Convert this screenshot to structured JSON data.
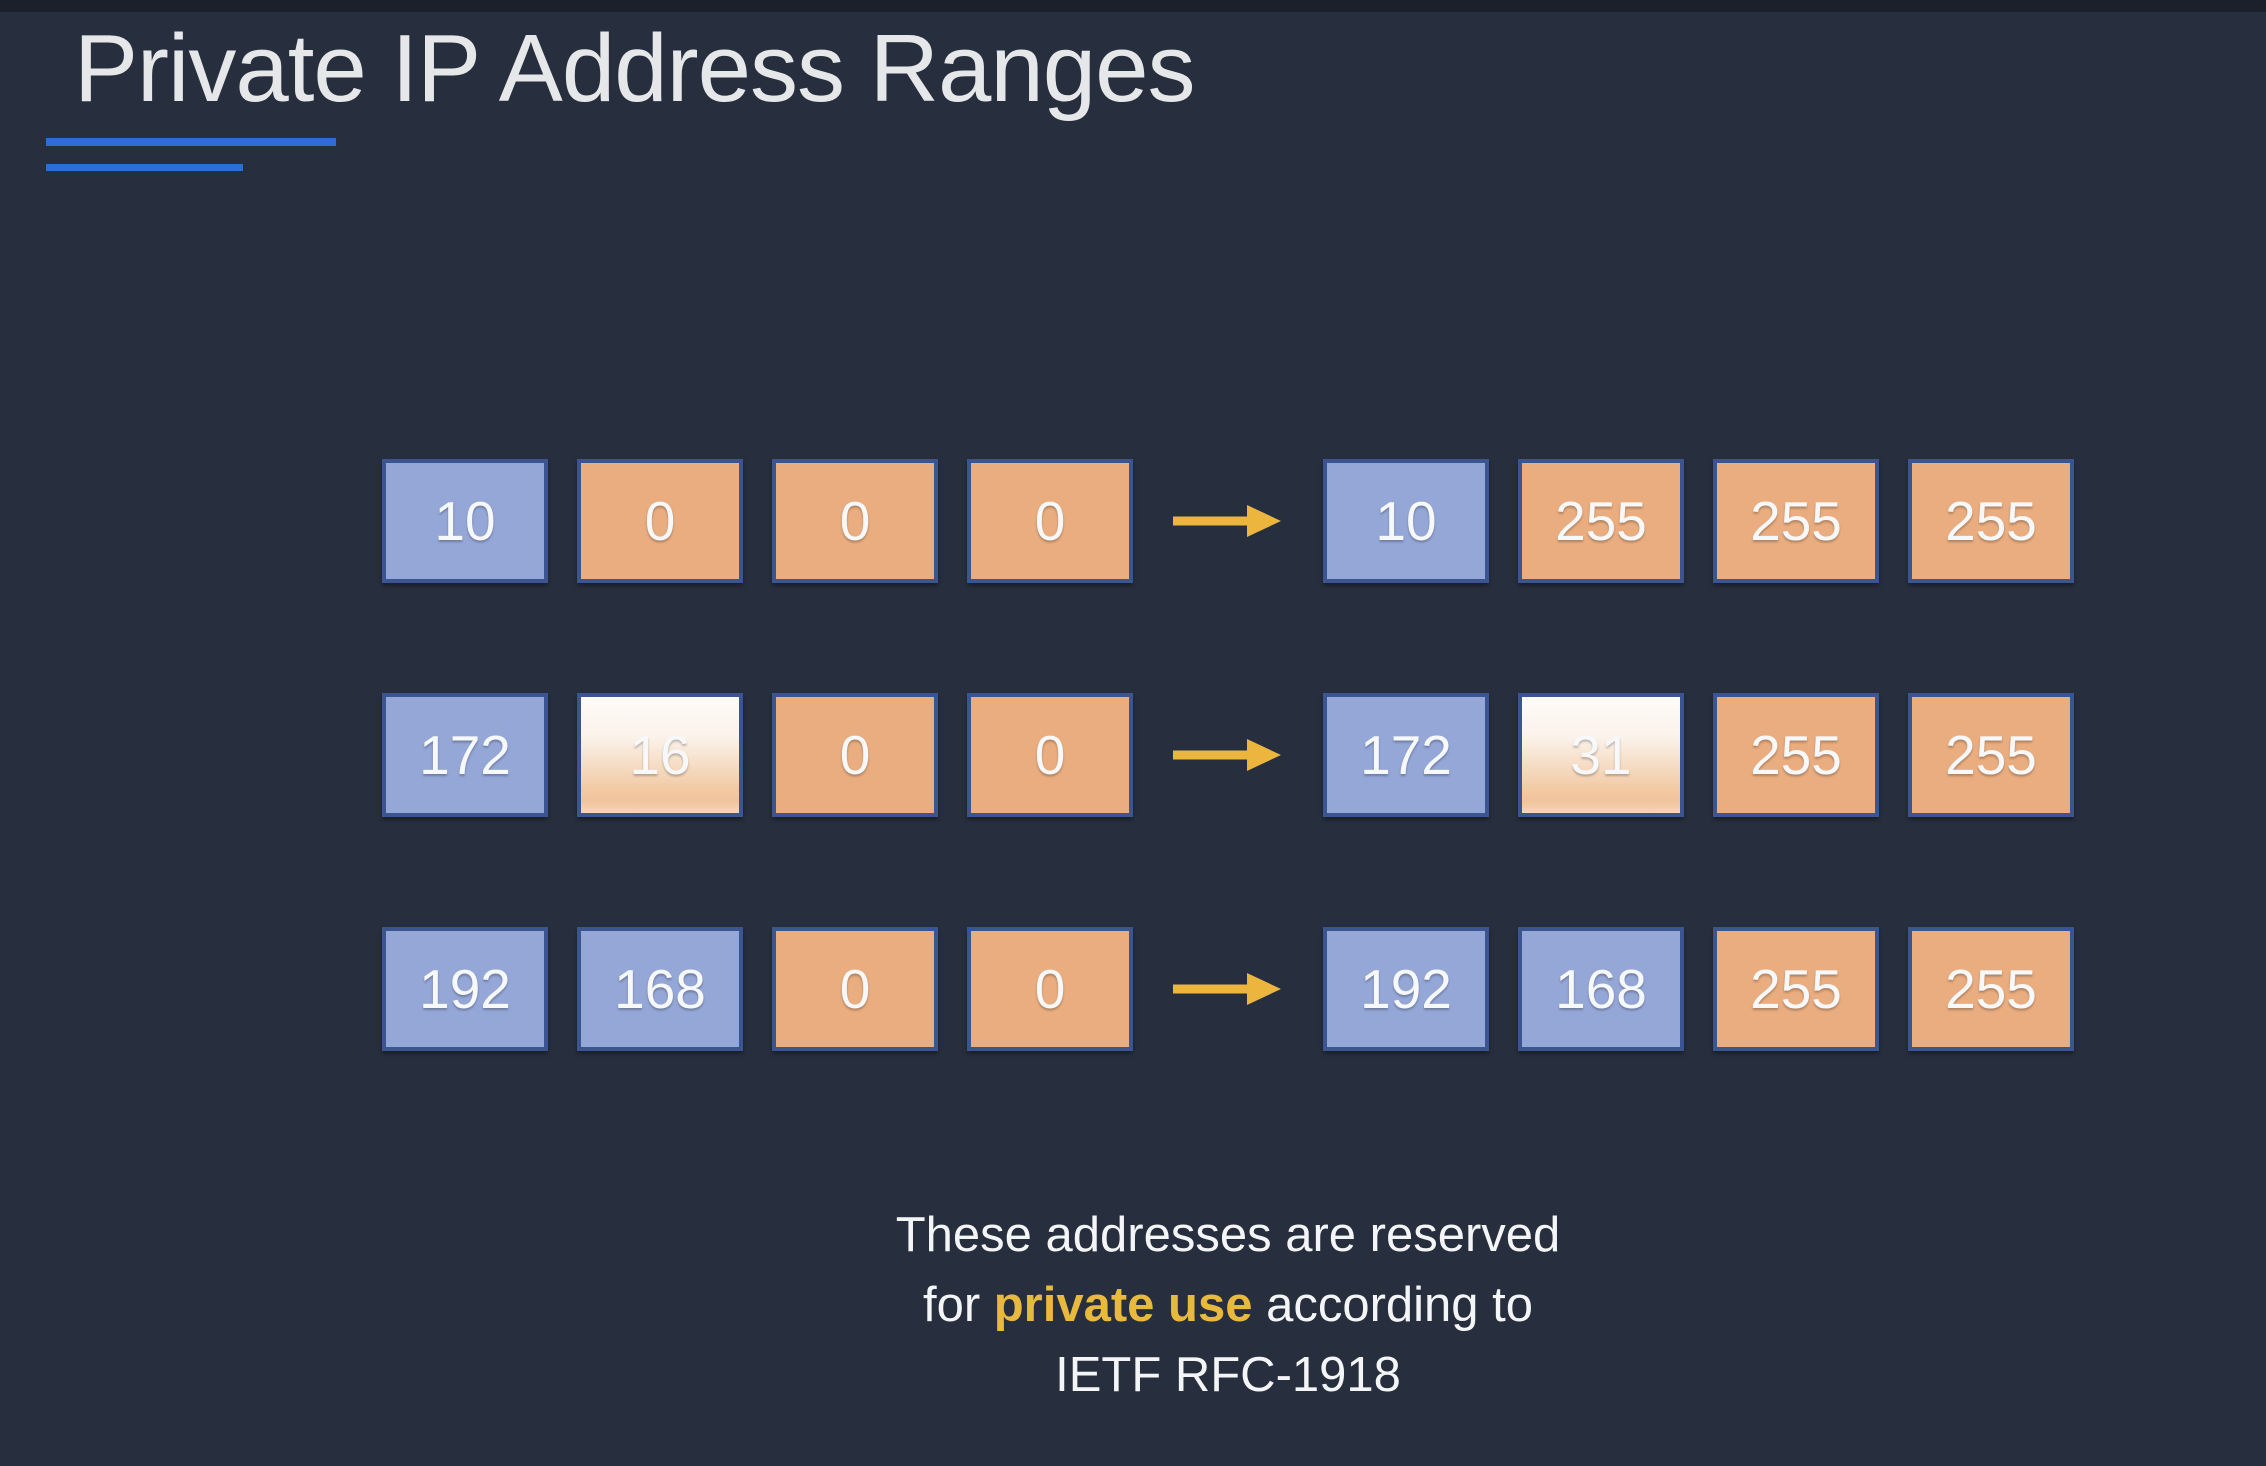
{
  "colors": {
    "background": "#272F3E",
    "top_strip": "#1B202A",
    "title_text": "#E6E7E9",
    "accent_underline": "#2C6FD4",
    "octet_blue": "#94A7D7",
    "octet_orange": "#E9AD7F",
    "octet_border": "#3B5590",
    "gradient_top": "#FEFBF8",
    "gradient_bottom": "#F0C49D",
    "arrow_gold": "#EBB53E",
    "highlight_yellow": "#E9B93E",
    "body_text": "#F4F5F7"
  },
  "title": "Private IP Address Ranges",
  "diagram": {
    "arrow_icon": "right-arrow",
    "rows": [
      {
        "name": "range-10",
        "start": [
          {
            "value": "10",
            "style": "blue"
          },
          {
            "value": "0",
            "style": "orange"
          },
          {
            "value": "0",
            "style": "orange"
          },
          {
            "value": "0",
            "style": "orange"
          }
        ],
        "end": [
          {
            "value": "10",
            "style": "blue"
          },
          {
            "value": "255",
            "style": "orange"
          },
          {
            "value": "255",
            "style": "orange"
          },
          {
            "value": "255",
            "style": "orange"
          }
        ]
      },
      {
        "name": "range-172",
        "start": [
          {
            "value": "172",
            "style": "blue"
          },
          {
            "value": "16",
            "style": "gradient"
          },
          {
            "value": "0",
            "style": "orange"
          },
          {
            "value": "0",
            "style": "orange"
          }
        ],
        "end": [
          {
            "value": "172",
            "style": "blue"
          },
          {
            "value": "31",
            "style": "gradient"
          },
          {
            "value": "255",
            "style": "orange"
          },
          {
            "value": "255",
            "style": "orange"
          }
        ]
      },
      {
        "name": "range-192",
        "start": [
          {
            "value": "192",
            "style": "blue"
          },
          {
            "value": "168",
            "style": "blue"
          },
          {
            "value": "0",
            "style": "orange"
          },
          {
            "value": "0",
            "style": "orange"
          }
        ],
        "end": [
          {
            "value": "192",
            "style": "blue"
          },
          {
            "value": "168",
            "style": "blue"
          },
          {
            "value": "255",
            "style": "orange"
          },
          {
            "value": "255",
            "style": "orange"
          }
        ]
      }
    ]
  },
  "footnote": {
    "line1": "These addresses are reserved",
    "line2_prefix": "for ",
    "line2_highlight": "private use",
    "line2_suffix": " according to",
    "line3": "IETF RFC-1918"
  }
}
